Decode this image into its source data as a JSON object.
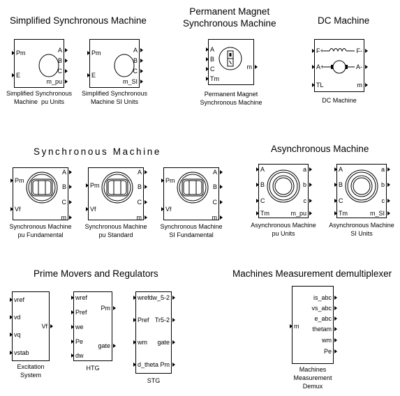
{
  "headings": {
    "simplified": "Simplified Synchronous Machine",
    "pmsm": "Permanent Magnet\nSynchronous Machine",
    "dc": "DC Machine",
    "synchronous": "Synchronous Machine",
    "asynchronous": "Asynchronous Machine",
    "prime_movers": "Prime Movers and Regulators",
    "demux": "Machines Measurement demultiplexer"
  },
  "blocks": [
    {
      "id": "ssm-pu",
      "caption": "Simplified Synchronous\nMachine  pu Units",
      "inputs": [
        "Pm",
        "E"
      ],
      "outputs": [
        "A",
        "B",
        "C",
        "m_pu"
      ],
      "icon": "circle"
    },
    {
      "id": "ssm-si",
      "caption": "Simplified Synchronous\nMachine SI Units",
      "inputs": [
        "Pm",
        "E"
      ],
      "outputs": [
        "A",
        "B",
        "C",
        "m_SI"
      ],
      "icon": "circle"
    },
    {
      "id": "pmsm",
      "caption": "Permanent Magnet\nSynchronous Machine",
      "inputs": [
        "A",
        "B",
        "C",
        "Tm"
      ],
      "outputs": [
        "m"
      ],
      "icon": "pm"
    },
    {
      "id": "dc",
      "caption": "DC Machine",
      "inputs": [
        "F+",
        "A+",
        "TL"
      ],
      "outputs": [
        "F-",
        "A-",
        "m"
      ],
      "icon": "dc"
    },
    {
      "id": "sm-pu-fund",
      "caption": "Synchronous Machine\npu Fundamental",
      "inputs": [
        "Pm",
        "Vf"
      ],
      "outputs": [
        "A",
        "B",
        "C",
        "m"
      ],
      "icon": "sync"
    },
    {
      "id": "sm-pu-std",
      "caption": "Synchronous Machine\npu Standard",
      "inputs": [
        "Pm",
        "Vf"
      ],
      "outputs": [
        "A",
        "B",
        "C",
        "m"
      ],
      "icon": "sync"
    },
    {
      "id": "sm-si-fund",
      "caption": "Synchronous Machine\nSI Fundamental",
      "inputs": [
        "Pm",
        "Vf"
      ],
      "outputs": [
        "A",
        "B",
        "C",
        "m"
      ],
      "icon": "sync"
    },
    {
      "id": "asm-pu",
      "caption": "Asynchronous Machine\npu Units",
      "inputs": [
        "A",
        "B",
        "C",
        "Tm"
      ],
      "outputs": [
        "a",
        "b",
        "c",
        "m_pu"
      ],
      "icon": "async"
    },
    {
      "id": "asm-si",
      "caption": "Asynchronous Machine\nSI Units",
      "inputs": [
        "A",
        "B",
        "C",
        "Tm"
      ],
      "outputs": [
        "a",
        "b",
        "c",
        "m_SI"
      ],
      "icon": "async"
    },
    {
      "id": "excitation",
      "caption": "Excitation\nSystem",
      "inputs": [
        "vref",
        "vd",
        "vq",
        "vstab"
      ],
      "outputs": [
        "Vf"
      ],
      "icon": "none"
    },
    {
      "id": "htg",
      "caption": "HTG",
      "inputs": [
        "wref",
        "Pref",
        "we",
        "Pe",
        "dw"
      ],
      "outputs": [
        "Pm",
        "gate"
      ],
      "icon": "none"
    },
    {
      "id": "stg",
      "caption": "STG",
      "inputs": [
        "wref",
        "Pref",
        "wm",
        "d_theta"
      ],
      "outputs": [
        "dw_5-2",
        "Tr5-2",
        "gate",
        "Pm"
      ],
      "icon": "none"
    },
    {
      "id": "demux",
      "caption": "Machines\nMeasurement\nDemux",
      "inputs": [
        "m"
      ],
      "outputs": [
        "is_abc",
        "vs_abc",
        "e_abc",
        "thetam",
        "wm",
        "Pe"
      ],
      "icon": "none"
    }
  ]
}
